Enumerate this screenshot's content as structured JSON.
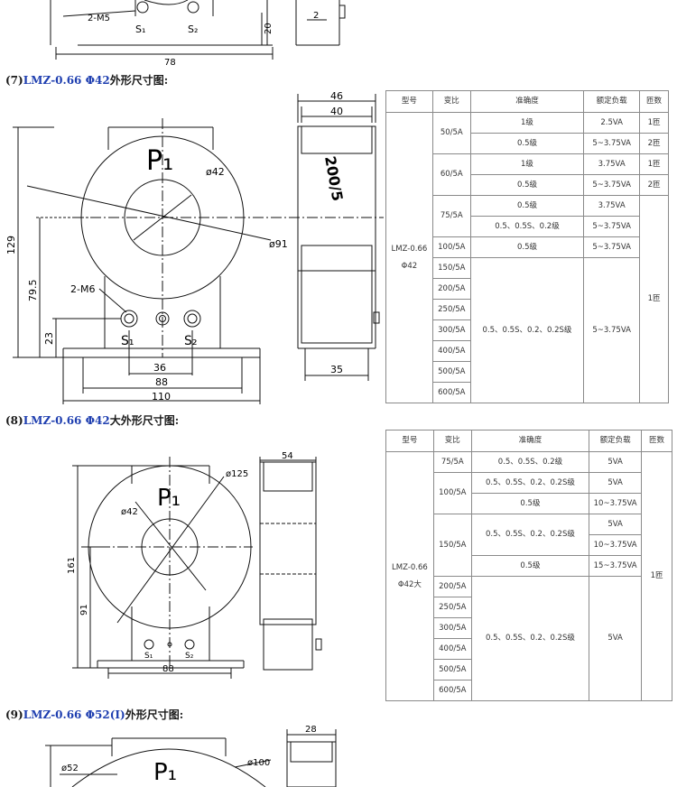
{
  "headings": {
    "h7": {
      "prefix": "(7)",
      "blue": "LMZ-0.66 Φ42",
      "suffix": "外形尺寸图:"
    },
    "h8": {
      "prefix": "(8)",
      "blue": "LMZ-0.66 Φ42",
      "suffix": "大外形尺寸图:"
    },
    "h9": {
      "prefix": "(9)",
      "blue": "LMZ-0.66 Φ52(Ⅰ)",
      "suffix": "外形尺寸图:"
    }
  },
  "drawing_top": {
    "m5": "2-M5",
    "s1": "S₁",
    "s2": "S₂",
    "d20": "20",
    "d2": "2",
    "d78": "78"
  },
  "drawing7": {
    "p1": "P₁",
    "phi42": "ø42",
    "phi91": "ø91",
    "m6": "2-M6",
    "s1": "S₁",
    "s2": "S₂",
    "d129": "129",
    "d79_5": "79.5",
    "d23": "23",
    "d36": "36",
    "d88": "88",
    "d110": "110",
    "d46": "46",
    "d40": "40",
    "d35": "35",
    "ratio": "200/5"
  },
  "drawing8": {
    "p1": "P₁",
    "phi42": "ø42",
    "phi125": "ø125",
    "d54": "54",
    "d161": "161",
    "d91": "91",
    "d88": "88",
    "s1": "S₁",
    "s2": "S₂"
  },
  "drawing9": {
    "p1": "P₁",
    "phi52": "ø52",
    "phi100": "ø100",
    "d28": "28"
  },
  "table7": {
    "headers": [
      "型号",
      "变比",
      "准确度",
      "额定负载",
      "匝数"
    ],
    "model": "LMZ-0.66",
    "model2": "Φ42",
    "r1": {
      "ratio": "50/5A",
      "acc": "1级",
      "load": "2.5VA",
      "turns": "1匝"
    },
    "r2": {
      "acc": "0.5级",
      "load": "5~3.75VA",
      "turns": "2匝"
    },
    "r3": {
      "ratio": "60/5A",
      "acc": "1级",
      "load": "3.75VA",
      "turns": "1匝"
    },
    "r4": {
      "acc": "0.5级",
      "load": "5~3.75VA",
      "turns": "2匝"
    },
    "r5": {
      "ratio": "75/5A",
      "acc": "0.5级",
      "load": "3.75VA"
    },
    "r6": {
      "acc": "0.5、0.5S、0.2级",
      "load": "5~3.75VA"
    },
    "r7": {
      "ratio": "100/5A",
      "acc": "0.5级",
      "load": "5~3.75VA"
    },
    "r8": {
      "ratio": "150/5A"
    },
    "r9": {
      "ratio": "200/5A"
    },
    "r10": {
      "ratio": "250/5A",
      "acc": "0.5、0.5S、0.2、0.2S级",
      "load": "5~3.75VA",
      "turns": "1匝"
    },
    "r11": {
      "ratio": "300/5A"
    },
    "r12": {
      "ratio": "400/5A"
    },
    "r13": {
      "ratio": "500/5A"
    },
    "r14": {
      "ratio": "600/5A"
    }
  },
  "table8": {
    "headers": [
      "型号",
      "变比",
      "准确度",
      "额定负载",
      "匝数"
    ],
    "model": "LMZ-0.66",
    "model2": "Φ42大",
    "turns": "1匝",
    "r1": {
      "ratio": "75/5A",
      "acc": "0.5、0.5S、0.2级",
      "load": "5VA"
    },
    "r2": {
      "ratio": "100/5A",
      "acc": "0.5、0.5S、0.2、0.2S级",
      "load": "5VA"
    },
    "r3": {
      "acc": "0.5级",
      "load": "10~3.75VA"
    },
    "r4": {
      "ratio": "150/5A",
      "acc": "0.5、0.5S、0.2、0.2S级",
      "load": "5VA"
    },
    "r5": {
      "load": "10~3.75VA"
    },
    "r6": {
      "acc": "0.5级",
      "load": "15~3.75VA"
    },
    "r7": {
      "ratio": "200/5A",
      "acc": "0.5、0.5S、0.2、0.2S级",
      "load": "5VA"
    },
    "r8": {
      "ratio": "250/5A"
    },
    "r9": {
      "ratio": "300/5A"
    },
    "r10": {
      "ratio": "400/5A"
    },
    "r11": {
      "ratio": "500/5A"
    },
    "r12": {
      "ratio": "600/5A"
    }
  }
}
